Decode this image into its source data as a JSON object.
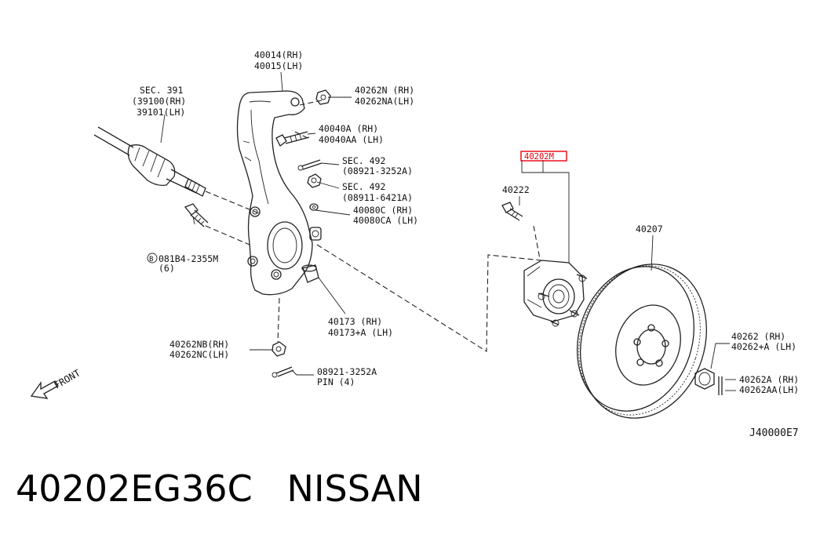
{
  "labels": {
    "knuckle_rh": "40014(RH)",
    "knuckle_lh": "40015(LH)",
    "sec391": "SEC. 391",
    "sec391_rh": "(39100(RH)",
    "sec391_lh": "39101(LH)",
    "nut_n_rh": "40262N  (RH)",
    "nut_n_lh": "40262NA(LH)",
    "bolt_a_rh": "40040A  (RH)",
    "bolt_a_lh": "40040AA (LH)",
    "sec492_a": "SEC. 492",
    "sec492_a_part": "(08921-3252A)",
    "sec492_b": "SEC. 492",
    "sec492_b_part": "(08911-6421A)",
    "washer_rh": "40080C  (RH)",
    "washer_lh": "40080CA (LH)",
    "bolt_b": "081B4-2355M",
    "bolt_b_qty": "(6)",
    "bolt_b_prefix": "B",
    "hub_part": "40202M",
    "stud": "40222",
    "rotor": "40207",
    "bushing_rh": "40173   (RH)",
    "bushing_lh": "40173+A (LH)",
    "nut_nb_rh": "40262NB(RH)",
    "nut_nc_lh": "40262NC(LH)",
    "pin_part": "08921-3252A",
    "pin_qty": "PIN (4)",
    "hubnut_rh": "40262    (RH)",
    "hubnut_lh": "40262+A (LH)",
    "cap_rh": "40262A  (RH)",
    "cap_lh": "40262AA(LH)",
    "front": "FRONT",
    "diagram_code": "J40000E7"
  },
  "caption": "40202EG36C   NISSAN",
  "highlight_color": "#e8000d"
}
